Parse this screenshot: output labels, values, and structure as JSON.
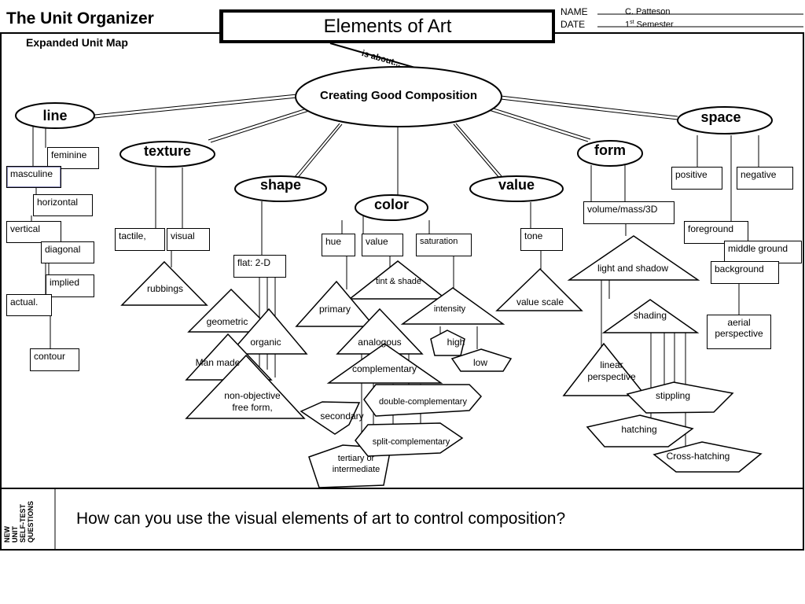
{
  "header": {
    "app_title": "The Unit Organizer",
    "subtitle": "Expanded Unit Map",
    "unit_title": "Elements of Art",
    "name_label": "NAME",
    "name_value": "C. Patteson",
    "date_label": "DATE",
    "date_value_num": "1",
    "date_value_sup": "st",
    "date_value_rest": " Semester",
    "is_about": "is about..."
  },
  "center": "Creating Good Composition",
  "nodes": {
    "line": "line",
    "texture": "texture",
    "shape": "shape",
    "color": "color",
    "value": "value",
    "form": "form",
    "space": "space"
  },
  "line_items": {
    "feminine": "feminine",
    "masculine": "masculine",
    "horizontal": "horizontal",
    "vertical": "vertical",
    "diagonal": "diagonal",
    "implied": "implied",
    "actual": "actual.",
    "contour": "contour"
  },
  "texture_items": {
    "tactile": "tactile,",
    "visual": "visual",
    "rubbings": "rubbings"
  },
  "shape_items": {
    "flat": "flat: 2-D",
    "geometric": "geometric",
    "organic": "organic",
    "man_made": "Man made",
    "non_objective_1": "non-objective",
    "non_objective_2": "free form,"
  },
  "color_items": {
    "hue": "hue",
    "value": "value",
    "saturation": "saturation",
    "tint_shade": "tint  & shade",
    "primary": "primary",
    "intensity": "intensity",
    "high": "high",
    "low": "low",
    "analogous": "analogous",
    "complementary": "complementary",
    "double_complementary": "double-complementary",
    "secondary": "secondary",
    "split_complementary": "split-complementary",
    "tertiary_1": "tertiary or",
    "tertiary_2": "intermediate"
  },
  "value_items": {
    "tone": "tone",
    "value_scale": "value scale"
  },
  "form_items": {
    "volume": "volume/mass/3D",
    "light_shadow": "light and shadow",
    "shading": "shading",
    "linear_1": "linear",
    "linear_2": "perspective",
    "stippling": "stippling",
    "hatching": "hatching",
    "cross_hatching": "Cross-hatching"
  },
  "space_items": {
    "positive": "positive",
    "negative": "negative",
    "foreground": "foreground",
    "middle_ground": "middle ground",
    "background": "background",
    "aerial_1": "aerial",
    "aerial_2": "perspective"
  },
  "footer": {
    "side_label_1": "NEW",
    "side_label_2": "UNIT",
    "side_label_3": "SELF-TEST",
    "side_label_4": "QUESTIONS",
    "question": "How can you use the visual elements of art to control composition?"
  }
}
